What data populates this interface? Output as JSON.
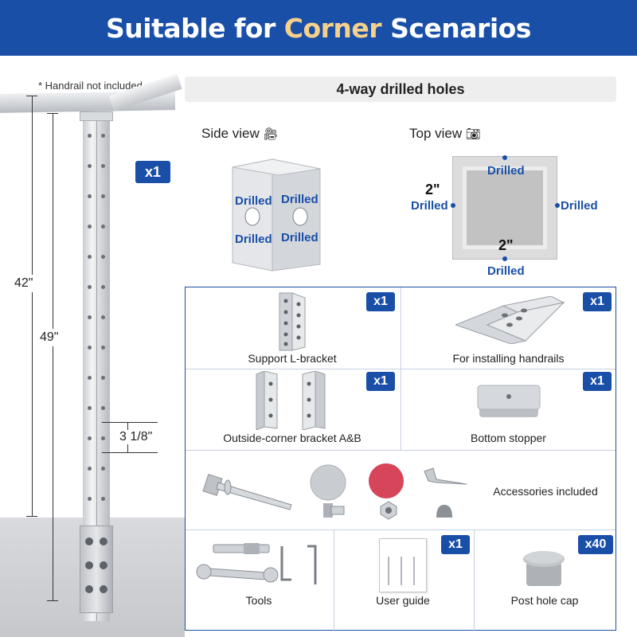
{
  "banner": {
    "title_part1": "Suitable for ",
    "title_highlight": "Corner",
    "title_part2": " Scenarios"
  },
  "note": "* Handrail not included",
  "dimensions": {
    "d42": "42\"",
    "d49": "49\"",
    "d318": "3 1/8\""
  },
  "post_qty": "x1",
  "holes_title": "4-way drilled holes",
  "side_view": {
    "label": "Side view",
    "drilled": "Drilled"
  },
  "top_view": {
    "label": "Top view",
    "drilled": "Drilled",
    "dim": "2\""
  },
  "items": {
    "support_bracket": {
      "label": "Support L-bracket",
      "qty": "x1"
    },
    "handrail_plate": {
      "label": "For installing handrails",
      "qty": "x1"
    },
    "corner_bracket": {
      "label": "Outside-corner bracket A&B",
      "qty": "x1"
    },
    "bottom_stopper": {
      "label": "Bottom stopper",
      "qty": "x1"
    },
    "accessories": {
      "label": "Accessories included"
    },
    "tools": {
      "label": "Tools"
    },
    "user_guide": {
      "label": "User guide",
      "qty": "x1"
    },
    "post_cap": {
      "label": "Post hole cap",
      "qty": "x40"
    }
  },
  "colors": {
    "brand_blue": "#1a4fa8",
    "highlight": "#f6d18a"
  }
}
